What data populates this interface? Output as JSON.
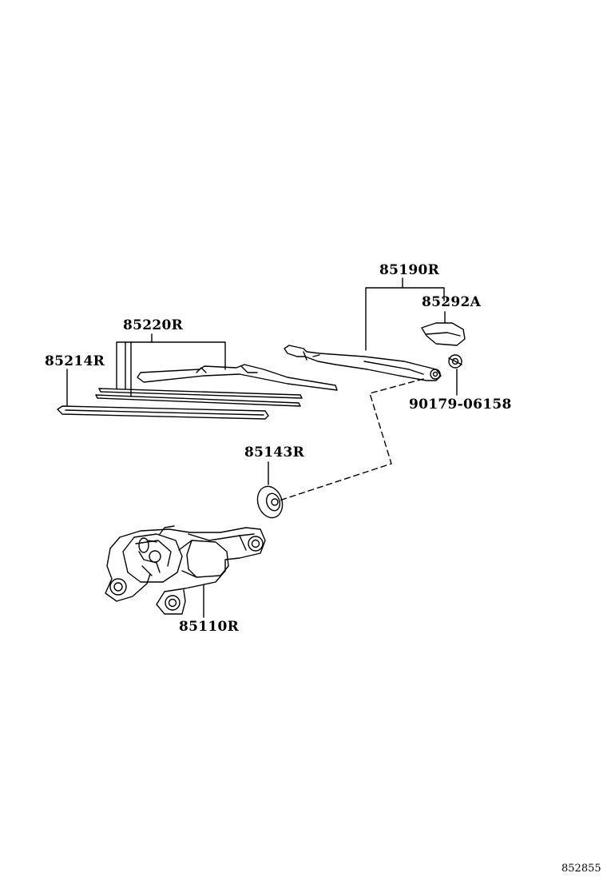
{
  "parts": {
    "wiper_arm": "85190R",
    "arm_cap": "85292A",
    "nut": "90179-06158",
    "blade_assembly": "85220R",
    "blade_rubber": "85214R",
    "pivot_cap": "85143R",
    "wiper_motor": "85110R"
  },
  "diagram_code": "852855"
}
